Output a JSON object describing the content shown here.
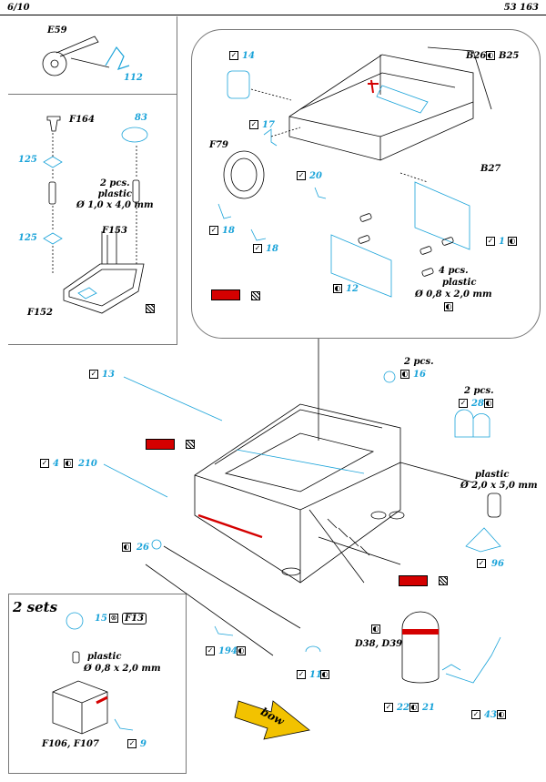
{
  "header": {
    "page": "6/10",
    "code": "53 163"
  },
  "sets_title": "2 sets",
  "direction_arrow": "bow",
  "notes": {
    "plastic_4x": "2 pcs.\nplastic\nØ 1,0 x 4,0 mm",
    "two_pcs": "2 pcs.",
    "four_pcs": "4 pcs.",
    "plastic": "plastic",
    "dim_08x20": "Ø 0,8 x 2,0 mm",
    "dim_20x50": "Ø 2,0 x 5,0 mm"
  },
  "labels": {
    "E59": "E59",
    "F164": "F164",
    "F153": "F153",
    "F152": "F152",
    "F79": "F79",
    "B26": "B26",
    "B25": "B25",
    "B27": "B27",
    "D38D39": "D38, D39",
    "F106F107": "F106, F107",
    "F13": "F13"
  },
  "part_numbers": {
    "p112": "112",
    "p83": "83",
    "p125a": "125",
    "p125b": "125",
    "p14": "14",
    "p17": "17",
    "p20": "20",
    "p18a": "18",
    "p18b": "18",
    "p1": "1",
    "p12": "12",
    "p13": "13",
    "p16": "16",
    "p28": "28",
    "p4": "4",
    "p210": "210",
    "p26": "26",
    "p96": "96",
    "p15": "15",
    "p194": "194",
    "p11": "11",
    "p22": "22",
    "p21": "21",
    "p43": "43",
    "p9": "9"
  },
  "colors": {
    "etch": "#1aa3d9",
    "paint": "#d40000",
    "ink": "#000000",
    "arrow": "#f2c200"
  },
  "icons": [
    "bend-icon",
    "fold-icon",
    "photoetch-icon",
    "paint-icon",
    "plastic-icon"
  ]
}
